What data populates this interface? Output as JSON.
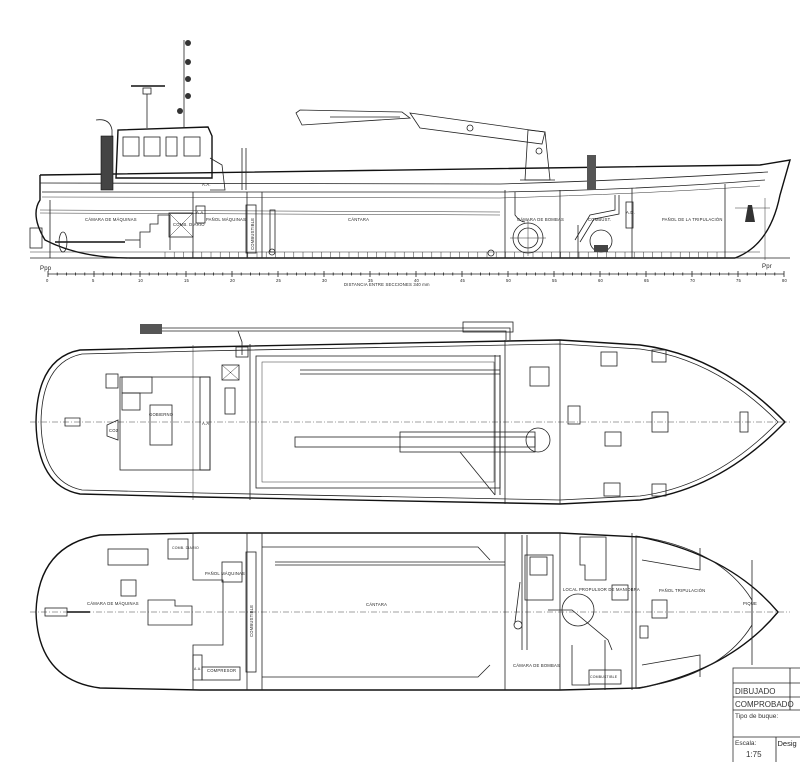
{
  "profile": {
    "labels": {
      "engine_room": "CÁMARA DE MÁQUINAS",
      "daily_fuel": "COMB. DIARIO",
      "aa": "A.A.",
      "engine_store": "PAÑOL MÁQUINAS",
      "fuel_tank": "COMBUSTIBLE",
      "hold": "CÁNTARA",
      "pump_room": "CÁMARA DE BOMBAS",
      "fuel": "COMBUST.",
      "ad": "A.D.",
      "crew_store": "PAÑOL DE LA TRIPULACIÓN",
      "aft_perpendicular": "Ppp",
      "fwd_perpendicular": "Ppr"
    },
    "section_scale": {
      "caption": "DISTANCIA ENTRE SECCIONES 340 mm",
      "labels": [
        "0",
        "5",
        "10",
        "15",
        "20",
        "25",
        "30",
        "35",
        "40",
        "45",
        "50",
        "55",
        "60",
        "65",
        "70",
        "75",
        "80"
      ]
    }
  },
  "main_deck": {
    "labels": {
      "wheelhouse": "GOBIERNO",
      "co2": "CO2",
      "aa": "A.A."
    }
  },
  "lower_deck": {
    "labels": {
      "daily_fuel": "COMB. DIARIO",
      "engine_store": "PAÑOL MÁQUINAS",
      "engine_room": "CÁMARA DE MÁQUINAS",
      "fuel_tank": "COMBUSTIBLE",
      "hold": "CÁNTARA",
      "aa": "A.A.",
      "compressor": "COMPRESOR",
      "pump_room": "CÁMARA DE BOMBAS",
      "thruster_room": "LOCAL PROPULSOR DE MANIOBRA",
      "fuel": "COMBUSTIBLE",
      "crew_store": "PAÑOL TRIPULACIÓN",
      "forepeak": "PIQUE"
    }
  },
  "title_block": {
    "drawn": "DIBUJADO",
    "checked": "COMPROBADO",
    "ship_type": "Tipo de buque:",
    "scale_label": "Escala:",
    "scale_value": "1:75",
    "designation": "Desig"
  }
}
